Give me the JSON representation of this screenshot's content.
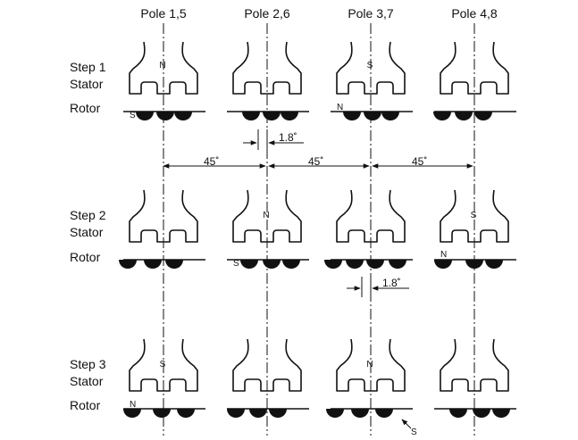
{
  "poles": [
    "Pole 1,5",
    "Pole 2,6",
    "Pole 3,7",
    "Pole 4,8"
  ],
  "steps": [
    {
      "step_label": "Step 1",
      "stator_label": "Stator",
      "rotor_label": "Rotor",
      "stator_marks": [
        "N",
        "",
        "S",
        ""
      ],
      "rotor_marks": [
        "S",
        "",
        "N",
        ""
      ]
    },
    {
      "step_label": "Step 2",
      "stator_label": "Stator",
      "rotor_label": "Rotor",
      "stator_marks": [
        "",
        "N",
        "",
        "S"
      ],
      "rotor_marks": [
        "",
        "S",
        "",
        "N"
      ]
    },
    {
      "step_label": "Step 3",
      "stator_label": "Stator",
      "rotor_label": "Rotor",
      "stator_marks": [
        "S",
        "",
        "N",
        ""
      ],
      "rotor_marks": [
        "N",
        "",
        "",
        ""
      ]
    }
  ],
  "step_angle_label": "1.8˚",
  "pole_spacing_label": "45˚",
  "partial_label": "S",
  "colors": {
    "ink": "#111111",
    "background": "#ffffff"
  }
}
